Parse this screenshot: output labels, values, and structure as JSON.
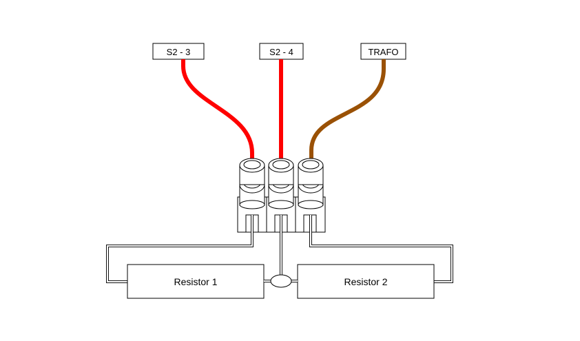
{
  "labels": {
    "s2_3": "S2 - 3",
    "s2_4": "S2 - 4",
    "trafo": "TRAFO"
  },
  "resistors": {
    "r1": "Resistor 1",
    "r2": "Resistor 2"
  },
  "colors": {
    "wire_s2_3": "#ff0000",
    "wire_s2_4": "#ff0000",
    "wire_trafo": "#9a5105"
  }
}
